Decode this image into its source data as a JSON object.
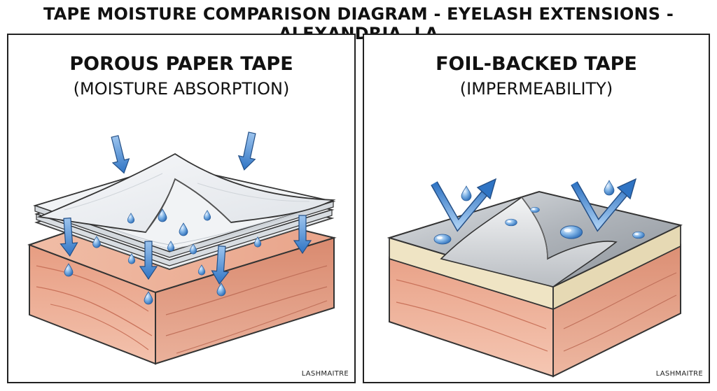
{
  "title": "TAPE MOISTURE COMPARISON DIAGRAM - EYELASH EXTENSIONS - ALEXANDRIA, LA",
  "panels": {
    "left": {
      "title": "POROUS PAPER TAPE",
      "subtitle": "(MOISTURE ABSORPTION)",
      "brand": "LASHMAITRE",
      "icon": "absorption-layers"
    },
    "right": {
      "title": "FOIL-BACKED TAPE",
      "subtitle": "(IMPERMEABILITY)",
      "brand": "LASHMAITRE",
      "icon": "repelling-foil"
    }
  },
  "colors": {
    "skin": "#f1b9a0",
    "skin_dark": "#d9866a",
    "paper": "#f2f4f6",
    "foil": "#b9bec4",
    "adhesive": "#f3ead0",
    "water": "#4a90d9"
  }
}
